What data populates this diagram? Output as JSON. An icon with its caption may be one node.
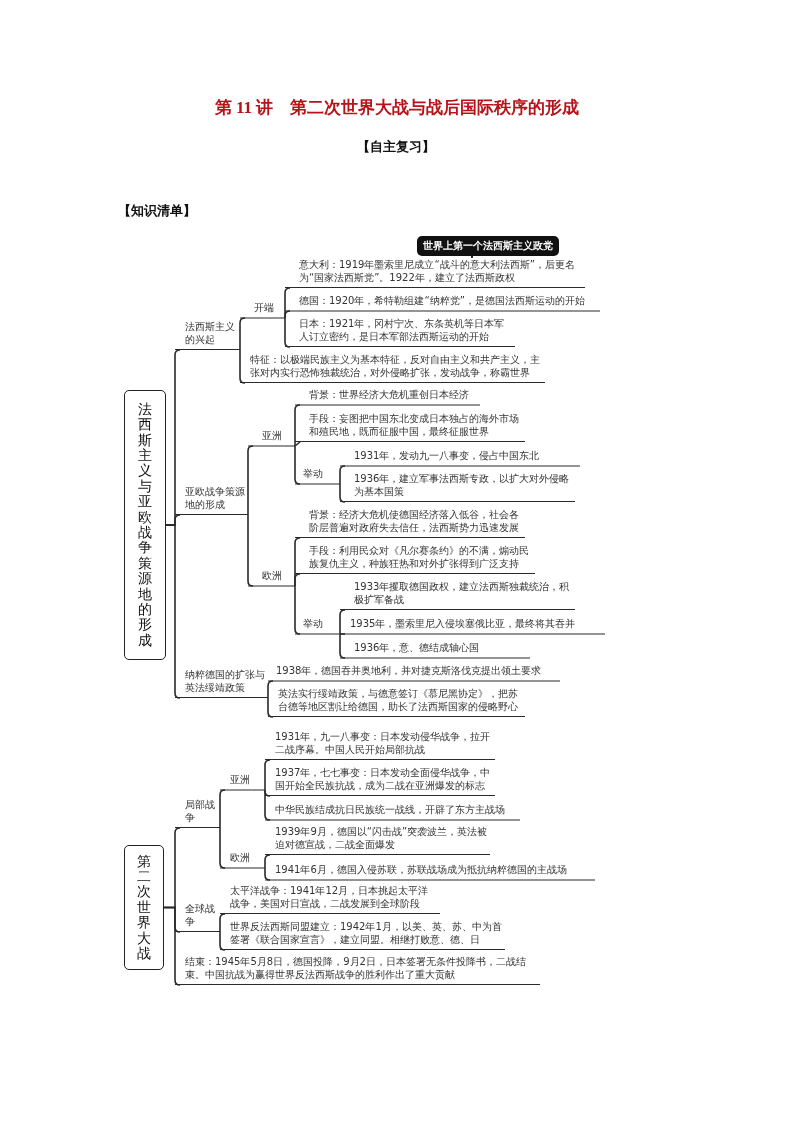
{
  "diagram": {
    "title": "第 11 讲　第二次世界大战与战后国际秩序的形成",
    "nodes": [
      {
        "text": [
          "法西斯主义与亚欧战争策源地的形成"
        ]
      },
      {
        "text": [
          "法西斯主义的兴起"
        ]
      },
      {
        "text": [
          "开端"
        ]
      },
      {
        "text": [
          "世界上第一个法西斯主义政党"
        ]
      },
      {
        "text": [
          "意大利：1919年墨索里尼成立“战斗的意大利法西斯”，后更名为“国家法西斯党”。1922年，建立了法西斯政权"
        ]
      },
      {
        "text": [
          "德国：1920年，希特勒组建“纳粹党”，是德国法西斯运动的开始"
        ]
      },
      {
        "text": [
          "日本：1921年，冈村宁次、东条英机等日本军人订立密约，是日本军部法西斯运动的开始"
        ]
      },
      {
        "text": [
          "特征：以极端民族主义为基本特征，反对自由主义和共产主义，主张对内实行恐怖独裁统治，对外侵略扩张，发动战争，称霸世界"
        ]
      },
      {
        "text": [
          "亚欧战争策源地的形成"
        ]
      },
      {
        "text": [
          "亚洲"
        ]
      },
      {
        "text": [
          "背景：世界经济大危机重创日本经济"
        ]
      },
      {
        "text": [
          "手段：妄图把中国东北变成日本独占的海外市场和殖民地，既而征服中国，最终征服世界"
        ]
      },
      {
        "text": [
          "举动"
        ]
      },
      {
        "text": [
          "1931年，发动九一八事变，侵占中国东北"
        ]
      },
      {
        "text": [
          "1936年，建立军事法西斯专政，以扩大对外侵略为基本国策"
        ]
      },
      {
        "text": [
          "背景：经济大危机使德国经济落入低谷，社会各阶层普遍对政府失去信任，法西斯势力迅速发展"
        ]
      },
      {
        "text": [
          "手段：利用民众对《凡尔赛条约》的不满，煽动民族复仇主义，种族狂热和对外扩张得到广泛支持"
        ]
      },
      {
        "text": [
          "欧洲"
        ]
      },
      {
        "text": [
          "1933年攫取德国政权，建立法西斯独裁统治，积极扩军备战"
        ]
      },
      {
        "text": [
          "举动"
        ]
      },
      {
        "text": [
          "1935年，墨索里尼入侵埃塞俄比亚，最终将其吞并"
        ]
      },
      {
        "text": [
          "1936年，意、德结成轴心国"
        ]
      },
      {
        "text": [
          "纳粹德国的扩张与英法绥靖政策"
        ]
      },
      {
        "text": [
          "1938年，德国吞并奥地利，并对捷克斯洛伐克提出领土要求"
        ]
      },
      {
        "text": [
          "英法实行绥靖政策，与德意签订《慕尼黑协定》，把苏台德等地区割让给德国，助长了法西斯国家的侵略野心"
        ]
      },
      {
        "text": [
          "第二次世界大战"
        ]
      },
      {
        "text": [
          "局部战争"
        ]
      },
      {
        "text": [
          "亚洲"
        ]
      },
      {
        "text": [
          "1931年，九一八事变：日本发动侵华战争，拉开二战序幕。中国人民开始局部抗战"
        ]
      },
      {
        "text": [
          "1937年，七七事变：日本发动全面侵华战争，中国开始全民族抗战，成为二战在亚洲爆发的标志"
        ]
      },
      {
        "text": [
          "中华民族结成抗日民族统一战线，开辟了东方主战场"
        ]
      },
      {
        "text": [
          "欧洲"
        ]
      },
      {
        "text": [
          "1939年9月，德国以“闪击战”突袭波兰，英法被迫对德宣战，二战全面爆发"
        ]
      },
      {
        "text": [
          "1941年6月，德国入侵苏联，苏联战场成为抵抗纳粹德国的主战场"
        ]
      },
      {
        "text": [
          "全球战争"
        ]
      },
      {
        "text": [
          "太平洋战争：1941年12月，日本挑起太平洋战争，美国对日宣战，二战发展到全球阶段"
        ]
      },
      {
        "text": [
          "世界反法西斯同盟建立：1942年1月，以美、英、苏、中为首签署《联合国家宣言》，建立同盟。相继打败意、德、日"
        ]
      },
      {
        "text": [
          "结束：1945年5月8日，德国投降，9月2日，日本签署无条件投降书，二战结束。中国抗战为赢得世界反法西斯战争的胜利作出了重大贡献"
        ]
      }
    ],
    "edges": [
      {
        "from": 0,
        "to": 1,
        "arrow": "none"
      },
      {
        "from": 0,
        "to": 8,
        "arrow": "none"
      },
      {
        "from": 0,
        "to": 22,
        "arrow": "none"
      },
      {
        "from": 1,
        "to": 2,
        "arrow": "none"
      },
      {
        "from": 1,
        "to": 7,
        "arrow": "none"
      },
      {
        "from": 2,
        "to": 4,
        "arrow": "none"
      },
      {
        "from": 2,
        "to": 5,
        "arrow": "none"
      },
      {
        "from": 2,
        "to": 6,
        "arrow": "none"
      },
      {
        "from": 3,
        "to": 4,
        "arrow": "to"
      },
      {
        "from": 8,
        "to": 9,
        "arrow": "none"
      },
      {
        "from": 8,
        "to": 17,
        "arrow": "none"
      },
      {
        "from": 9,
        "to": 10,
        "arrow": "none"
      },
      {
        "from": 9,
        "to": 11,
        "arrow": "none"
      },
      {
        "from": 9,
        "to": 12,
        "arrow": "none"
      },
      {
        "from": 12,
        "to": 13,
        "arrow": "none"
      },
      {
        "from": 12,
        "to": 14,
        "arrow": "none"
      },
      {
        "from": 17,
        "to": 15,
        "arrow": "none"
      },
      {
        "from": 17,
        "to": 16,
        "arrow": "none"
      },
      {
        "from": 17,
        "to": 19,
        "arrow": "none"
      },
      {
        "from": 19,
        "to": 18,
        "arrow": "none"
      },
      {
        "from": 19,
        "to": 20,
        "arrow": "none"
      },
      {
        "from": 19,
        "to": 21,
        "arrow": "none"
      },
      {
        "from": 22,
        "to": 23,
        "arrow": "none"
      },
      {
        "from": 22,
        "to": 24,
        "arrow": "none"
      },
      {
        "from": 25,
        "to": 26,
        "arrow": "none"
      },
      {
        "from": 25,
        "to": 34,
        "arrow": "none"
      },
      {
        "from": 25,
        "to": 37,
        "arrow": "none"
      },
      {
        "from": 26,
        "to": 27,
        "arrow": "none"
      },
      {
        "from": 26,
        "to": 31,
        "arrow": "none"
      },
      {
        "from": 27,
        "to": 28,
        "arrow": "none"
      },
      {
        "from": 27,
        "to": 29,
        "arrow": "none"
      },
      {
        "from": 27,
        "to": 30,
        "arrow": "none"
      },
      {
        "from": 31,
        "to": 32,
        "arrow": "none"
      },
      {
        "from": 31,
        "to": 33,
        "arrow": "none"
      },
      {
        "from": 34,
        "to": 35,
        "arrow": "none"
      },
      {
        "from": 34,
        "to": 36,
        "arrow": "none"
      }
    ],
    "labels": [
      "【自主复习】",
      "【知识清单】"
    ]
  }
}
